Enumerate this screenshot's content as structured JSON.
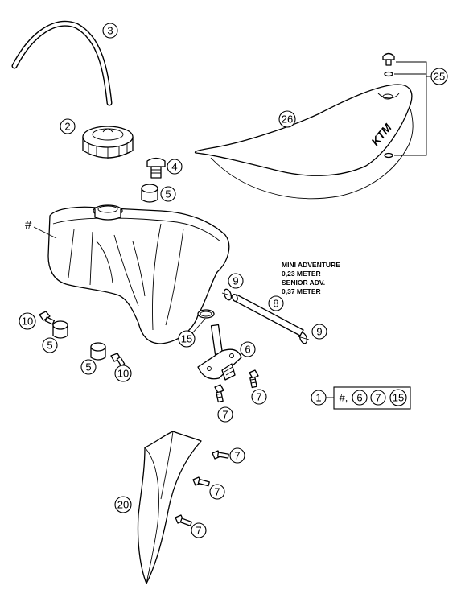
{
  "callouts": {
    "c3": "3",
    "c2": "2",
    "c4": "4",
    "c5a": "5",
    "c25": "25",
    "c26": "26",
    "c9a": "9",
    "c8": "8",
    "c9b": "9",
    "c15": "15",
    "c6": "6",
    "c10a": "10",
    "c5b": "5",
    "c5c": "5",
    "c10b": "10",
    "c7a": "7",
    "c7b": "7",
    "c20": "20",
    "c7c": "7",
    "c7d": "7",
    "c7e": "7"
  },
  "tank_marker": "#",
  "hose_note": {
    "line1": "MINI ADVENTURE",
    "line2": "0,23 METER",
    "line3": "SENIOR ADV.",
    "line4": "0,37 METER"
  },
  "seat_logo": "KTM",
  "legend": {
    "item": "1",
    "hash": "#,",
    "p1": "6",
    "p2": "7",
    "p3": "15"
  }
}
